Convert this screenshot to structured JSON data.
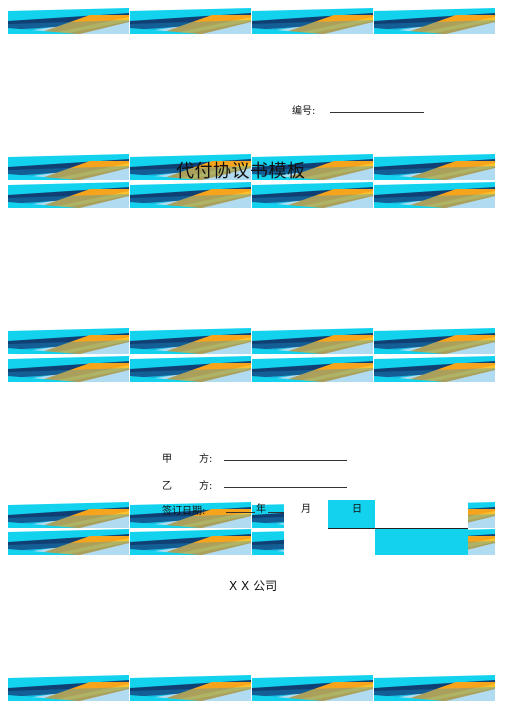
{
  "doc": {
    "number_label": "编号:",
    "title": "代付协议书模板",
    "party_a": {
      "label": "甲",
      "suffix": "方:"
    },
    "party_b": {
      "label": "乙",
      "suffix": "方:"
    },
    "sign_date": {
      "label": "签订日期:",
      "year": "年",
      "month": "月",
      "day": "日"
    },
    "company": "X X 公司"
  },
  "colors": {
    "band_cyan": "#13d2ee",
    "band_blue": "#1d98d4",
    "band_orange": "#f7a41d",
    "band_yellow": "#fcc22b",
    "band_navy": "#0f3f73"
  }
}
